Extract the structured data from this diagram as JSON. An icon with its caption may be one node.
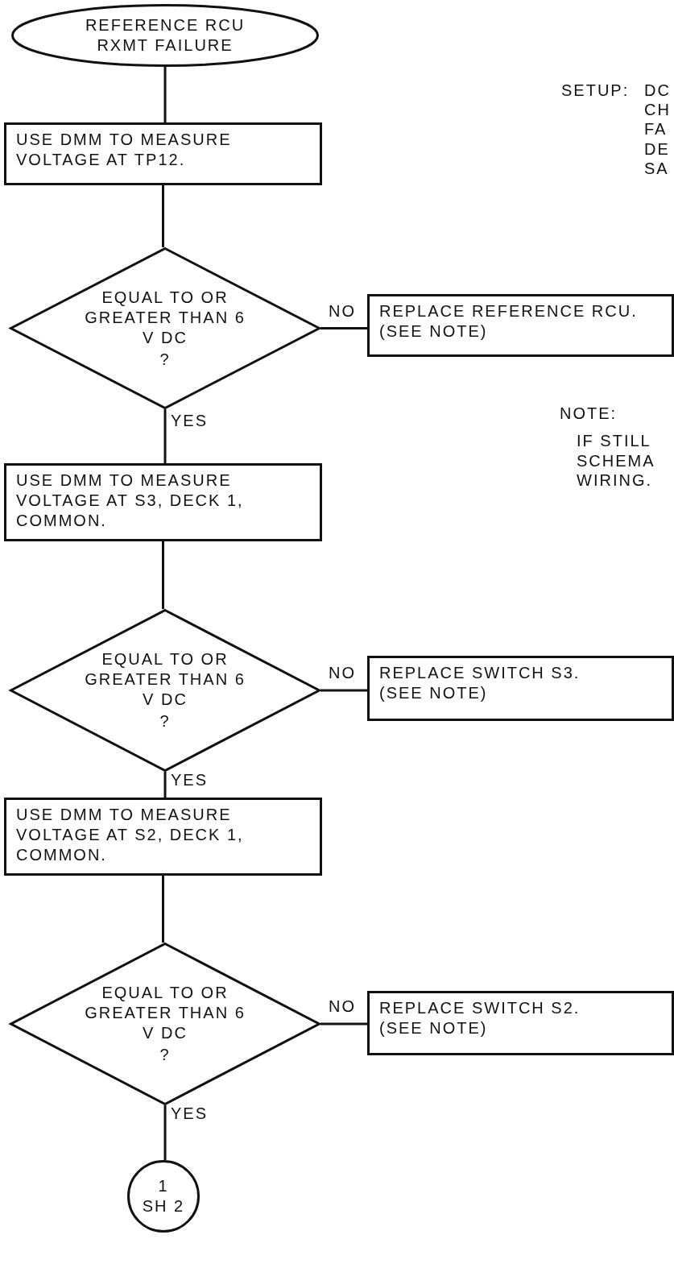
{
  "diagram": {
    "nodes": [
      {
        "text": [
          "REFERENCE RCU RXMT FAILURE"
        ]
      },
      {
        "text": [
          "USE DMM TO MEASURE VOLTAGE AT TP12."
        ]
      },
      {
        "text": [
          "EQUAL TO OR GREATER THAN 6 V DC",
          "?"
        ]
      },
      {
        "text": [
          "REPLACE REFERENCE RCU. (SEE NOTE)"
        ]
      },
      {
        "text": [
          "USE DMM TO MEASURE VOLTAGE AT S3, DECK 1, COMMON."
        ]
      },
      {
        "text": [
          "EQUAL TO OR GREATER THAN 6 V DC",
          "?"
        ]
      },
      {
        "text": [
          "REPLACE SWITCH S3. (SEE NOTE)"
        ]
      },
      {
        "text": [
          "USE DMM TO MEASURE VOLTAGE AT S2, DECK 1, COMMON."
        ]
      },
      {
        "text": [
          "EQUAL TO OR GREATER THAN 6 V DC",
          "?"
        ]
      },
      {
        "text": [
          "REPLACE SWITCH S2. (SEE NOTE)"
        ]
      },
      {
        "text": [
          "1",
          "SH 2"
        ]
      }
    ],
    "edges": [
      {
        "from": 0,
        "to": 1,
        "arrow": "none"
      },
      {
        "from": 1,
        "to": 2,
        "arrow": "none"
      },
      {
        "from": 2,
        "to": 3,
        "arrow": "none",
        "label": "NO"
      },
      {
        "from": 2,
        "to": 4,
        "arrow": "none",
        "label": "YES"
      },
      {
        "from": 4,
        "to": 5,
        "arrow": "none"
      },
      {
        "from": 5,
        "to": 6,
        "arrow": "none",
        "label": "NO"
      },
      {
        "from": 5,
        "to": 7,
        "arrow": "none",
        "label": "YES"
      },
      {
        "from": 7,
        "to": 8,
        "arrow": "none"
      },
      {
        "from": 8,
        "to": 9,
        "arrow": "none",
        "label": "NO"
      },
      {
        "from": 8,
        "to": 10,
        "arrow": "none",
        "label": "YES"
      }
    ],
    "labels": [
      "SETUP:",
      "DC",
      "CH",
      "FA",
      "DE",
      "SA",
      "NOTE:",
      "IF STILL",
      "SCHEMA",
      "WIRING."
    ]
  }
}
